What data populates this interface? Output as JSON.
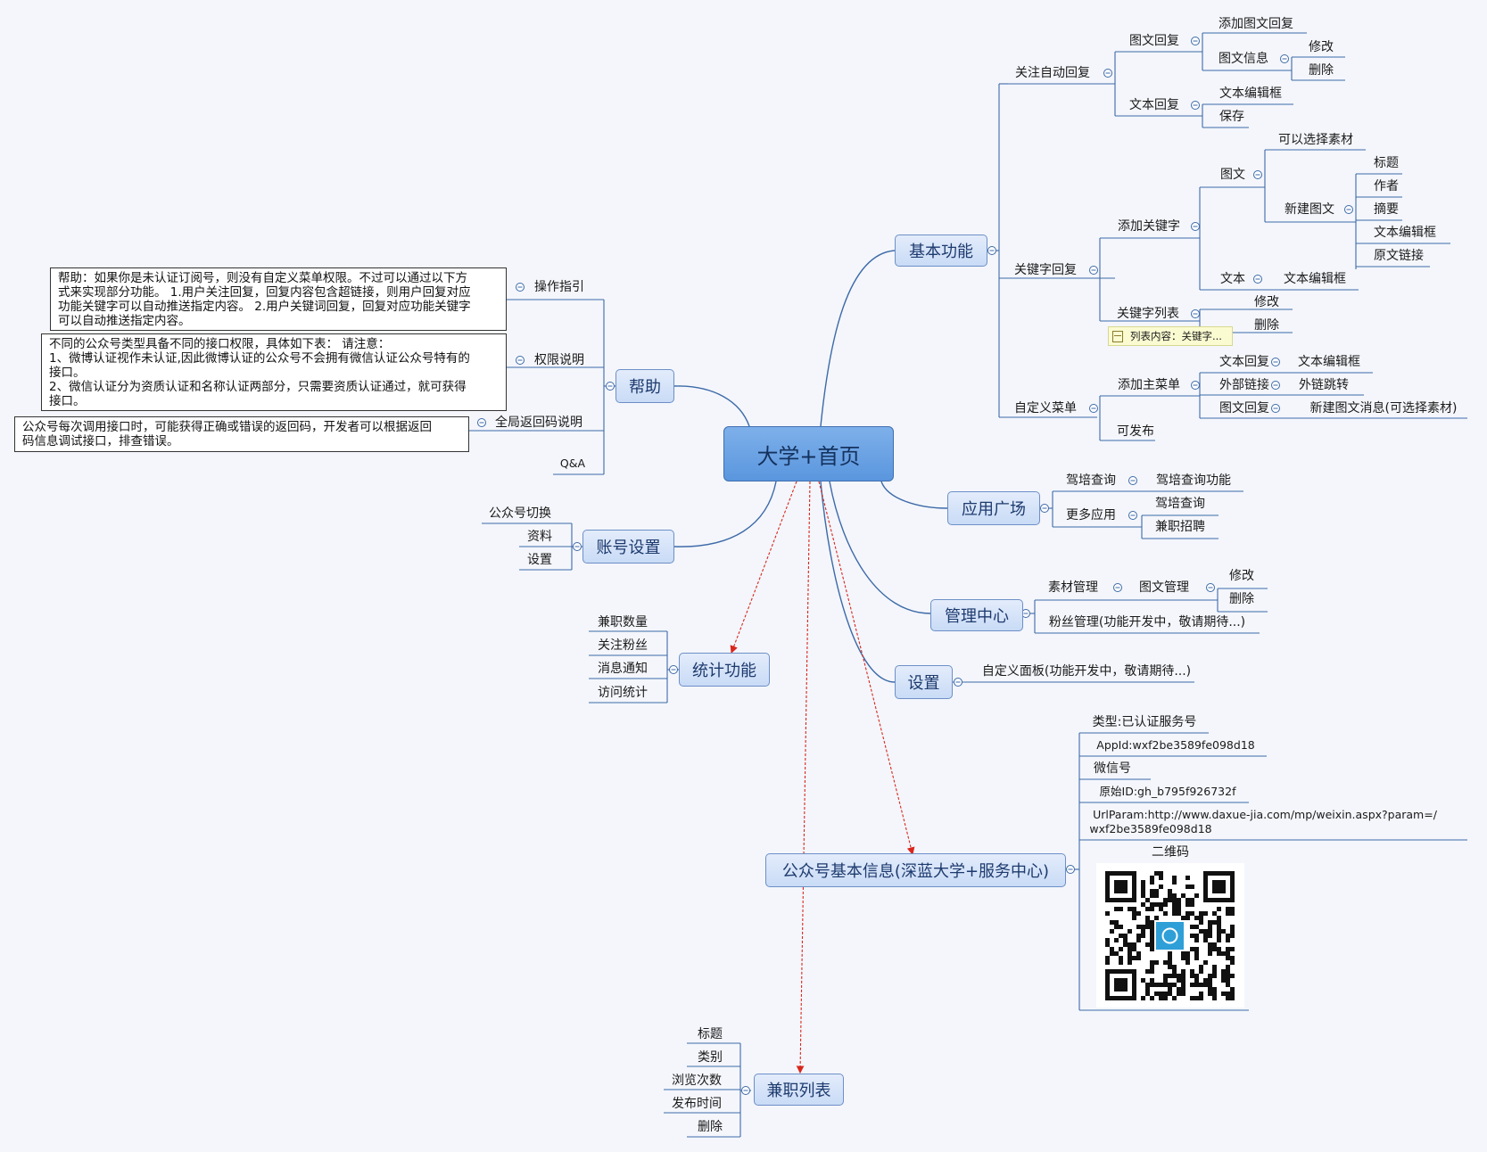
{
  "center": "大学+首页",
  "branches": {
    "basic": "基本功能",
    "app_square": "应用广场",
    "admin_center": "管理中心",
    "settings": "设置",
    "account_info": "公众号基本信息(深蓝大学+服务中心)",
    "parttime_list": "兼职列表",
    "stats": "统计功能",
    "account_settings": "账号设置",
    "help": "帮助"
  },
  "basic": {
    "follow_reply": "关注自动回复",
    "img_reply": "图文回复",
    "add_img_reply": "添加图文回复",
    "img_info": "图文信息",
    "edit": "修改",
    "delete": "删除",
    "text_reply": "文本回复",
    "text_editor": "文本编辑框",
    "save": "保存",
    "keyword_reply": "关键字回复",
    "add_keyword": "添加关键字",
    "imgtext": "图文",
    "can_choose_material": "可以选择素材",
    "new_imgtext": "新建图文",
    "title": "标题",
    "author": "作者",
    "summary": "摘要",
    "original_link": "原文链接",
    "text": "文本",
    "keyword_list": "关键字列表",
    "keyword_list_note": "列表内容：关键字...",
    "custom_menu": "自定义菜单",
    "add_main_menu": "添加主菜单",
    "external_link": "外部链接",
    "external_redirect": "外链跳转",
    "new_imgtext_msg": "新建图文消息(可选择素材)",
    "publishable": "可发布"
  },
  "app_square": {
    "driving_query": "驾培查询",
    "driving_query_func": "驾培查询功能",
    "more_apps": "更多应用",
    "parttime_recruit": "兼职招聘"
  },
  "admin_center": {
    "material_mgmt": "素材管理",
    "imgtext_mgmt": "图文管理",
    "fans_mgmt": "粉丝管理(功能开发中，敬请期待...)"
  },
  "settings": {
    "custom_panel": "自定义面板(功能开发中，敬请期待...)"
  },
  "account_info": {
    "type": "类型:已认证服务号",
    "appid": "AppId:wxf2be3589fe098d18",
    "wechat_id": "微信号",
    "original_id": "原始ID:gh_b795f926732f",
    "url_param_line1": "UrlParam:http://www.daxue-jia.com/mp/weixin.aspx?param=/",
    "url_param_line2": "wxf2be3589fe098d18",
    "qrcode": "二维码"
  },
  "parttime_list": [
    "标题",
    "类别",
    "浏览次数",
    "发布时间",
    "删除"
  ],
  "stats": [
    "兼职数量",
    "关注粉丝",
    "消息通知",
    "访问统计"
  ],
  "account_settings": [
    "公众号切换",
    "资料",
    "设置"
  ],
  "help": {
    "guide": "操作指引",
    "guide_text": "帮助：如果你是未认证订阅号，则没有自定义菜单权限。不过可以通过以下方\n式来实现部分功能。  1.用户关注回复，回复内容包含超链接，则用户回复对应\n功能关键字可以自动推送指定内容。  2.用户关键词回复，回复对应功能关键字\n可以自动推送指定内容。",
    "permission": "权限说明",
    "permission_text": "不同的公众号类型具备不同的接口权限，具体如下表：  请注意：\n1、微博认证视作未认证,因此微博认证的公众号不会拥有微信认证公众号特有的\n接口。\n2、微信认证分为资质认证和名称认证两部分，只需要资质认证通过，就可获得\n接口。",
    "return_codes": "全局返回码说明",
    "return_codes_text": "公众号每次调用接口时，可能获得正确或错误的返回码，开发者可以根据返回\n码信息调试接口，排查错误。",
    "qa": "Q&A"
  },
  "colors": {
    "background": "#f4f6fb",
    "line": "#3d6aa8",
    "root_fill": "#6aa2e4",
    "branch_fill": "#d3e2f8",
    "relation_arrow": "#d9261c",
    "note_fill": "#fbfbd2"
  }
}
